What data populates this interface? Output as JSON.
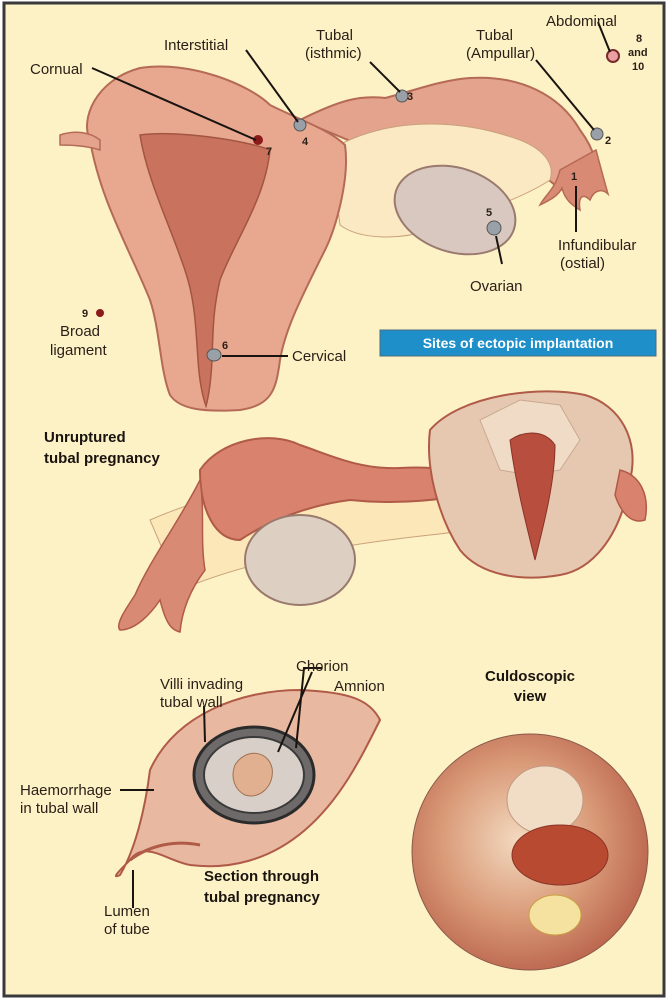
{
  "banner": {
    "text": "Sites of ectopic implantation",
    "bg": "#1f8fc9",
    "fg": "#ffffff"
  },
  "sites": {
    "abdominal": {
      "label": "Abdominal",
      "num_top": "8",
      "num_mid": "and",
      "num_bot": "10"
    },
    "interstitial": {
      "label": "Interstitial",
      "num": "4"
    },
    "isthmic": {
      "line1": "Tubal",
      "line2": "(isthmic)",
      "num": "3"
    },
    "ampullar": {
      "line1": "Tubal",
      "line2": "(Ampullar)",
      "num": "2"
    },
    "cornual": {
      "label": "Cornual",
      "num": "7"
    },
    "infundibular": {
      "line1": "Infundibular",
      "line2": "(ostial)",
      "num": "1"
    },
    "ovarian": {
      "label": "Ovarian",
      "num": "5"
    },
    "broad": {
      "num": "9",
      "line1": "Broad",
      "line2": "ligament"
    },
    "cervical": {
      "label": "Cervical",
      "num": "6"
    }
  },
  "unruptured": {
    "line1": "Unruptured",
    "line2": "tubal pregnancy"
  },
  "section": {
    "villi_1": "Villi invading",
    "villi_2": "tubal wall",
    "chorion": "Chorion",
    "amnion": "Amnion",
    "haem_1": "Haemorrhage",
    "haem_2": "in tubal wall",
    "lumen_1": "Lumen",
    "lumen_2": "of tube",
    "title_1": "Section through",
    "title_2": "tubal pregnancy"
  },
  "culdoscopic": {
    "line1": "Culdoscopic",
    "line2": "view"
  },
  "colors": {
    "background": "#fdf1c6",
    "tissue": "#e8a890",
    "tissue_dark": "#c46c58",
    "endometrium": "#c9735e",
    "ovary": "#d8c8c0",
    "site_dot": "#8b1a1a"
  }
}
